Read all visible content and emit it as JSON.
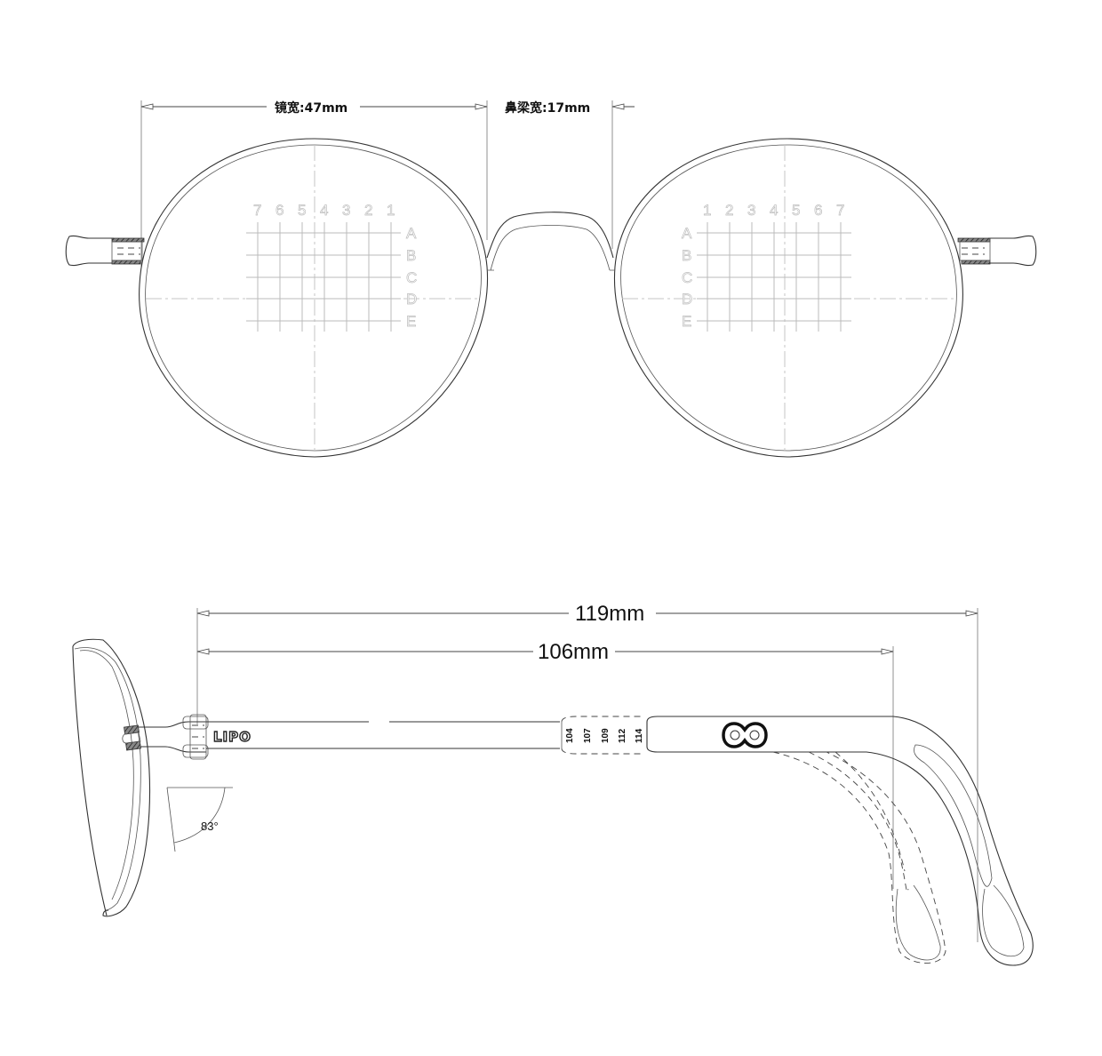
{
  "front_view": {
    "lens_width_label": "镜宽",
    "lens_width_value": "47mm",
    "bridge_width_label": "鼻梁宽",
    "bridge_width_value": "17mm",
    "separator": ":",
    "left_lens_grid": {
      "columns": [
        "7",
        "6",
        "5",
        "4",
        "3",
        "2",
        "1"
      ],
      "rows": [
        "A",
        "B",
        "C",
        "D",
        "E"
      ]
    },
    "right_lens_grid": {
      "columns": [
        "1",
        "2",
        "3",
        "4",
        "5",
        "6",
        "7"
      ],
      "rows": [
        "A",
        "B",
        "C",
        "D",
        "E"
      ]
    }
  },
  "side_view": {
    "temple_length_total": "119mm",
    "temple_length_bend": "106mm",
    "pantoscopic_angle": "83°",
    "brand_logo": "LIPO",
    "temple_size_marks": [
      "104",
      "107",
      "109",
      "112",
      "114"
    ],
    "ear_tip_icon": "infinity-link-icon"
  },
  "colors": {
    "line": "#333333",
    "grid": "#bbbbbb",
    "background": "#ffffff"
  }
}
